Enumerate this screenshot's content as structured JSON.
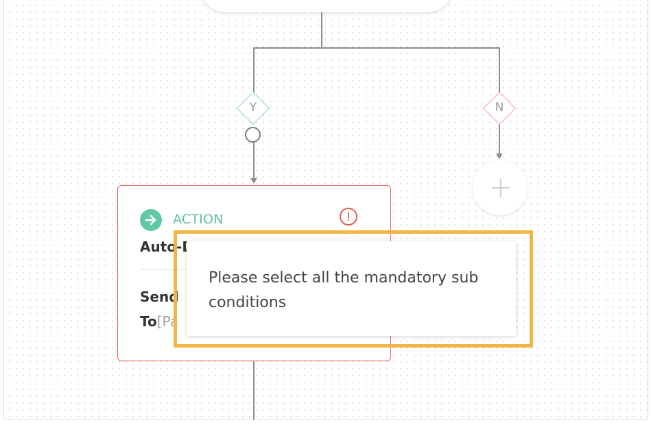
{
  "branch_yes": {
    "label": "Y"
  },
  "branch_no": {
    "label": "N"
  },
  "action_card": {
    "type_label": "ACTION",
    "name": "Auto-D",
    "send_label": "Send",
    "to_label": "To",
    "to_placeholder": "[Pa"
  },
  "tooltip": {
    "message": "Please select all the mandatory sub conditions"
  },
  "colors": {
    "action_accent": "#5fc8a7",
    "error": "#e25d52",
    "highlight": "#f4b547"
  }
}
